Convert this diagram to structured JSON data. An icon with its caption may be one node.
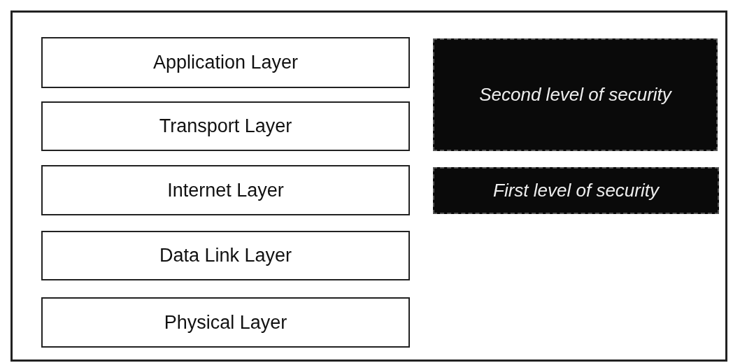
{
  "diagram": {
    "nodes": [
      {
        "text": [],
        "shape": "box"
      },
      {
        "text": [
          "Application Layer"
        ],
        "in": 0
      },
      {
        "text": [
          "Transport Layer"
        ],
        "in": 0
      },
      {
        "text": [
          "Internet Layer"
        ],
        "in": 0
      },
      {
        "text": [
          "Data Link Layer"
        ],
        "in": 0
      },
      {
        "text": [
          "Physical Layer"
        ],
        "in": 0
      },
      {
        "text": [
          "Second level of security"
        ],
        "in": 0
      },
      {
        "text": [
          "First level of security"
        ],
        "in": 0
      }
    ]
  }
}
